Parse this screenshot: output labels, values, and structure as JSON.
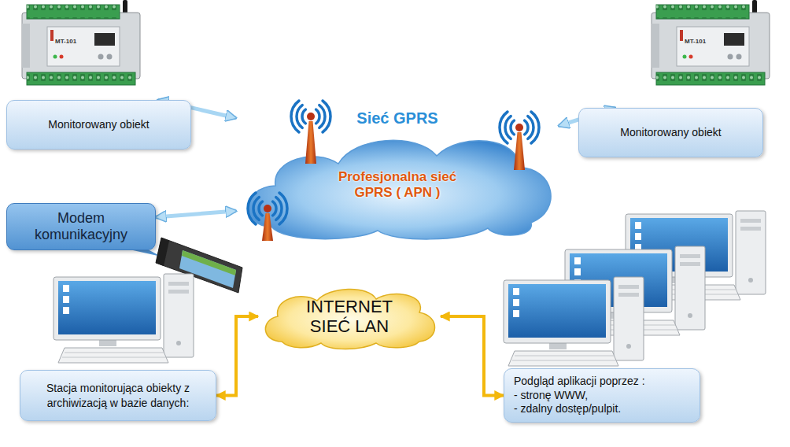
{
  "diagram": {
    "nodes": [
      {
        "text": [
          "Monitorowany obiekt"
        ]
      },
      {
        "text": [
          "Monitorowany obiekt"
        ]
      },
      {
        "text": [
          "Sieć GPRS",
          "Profesjonalna sieć GPRS ( APN )"
        ]
      },
      {
        "text": [
          "Modem komunikacyjny"
        ]
      },
      {
        "text": [
          "INTERNET SIEĆ LAN"
        ]
      },
      {
        "text": [
          "Stacja monitorująca obiekty z archiwizacją w bazie danych:"
        ]
      },
      {
        "text": [
          "Podgląd aplikacji poprzez :",
          "- stronę WWW,",
          "- zdalny dostęp/pulpit."
        ]
      }
    ],
    "edges": [
      {
        "from": 0,
        "to": 2,
        "arrow": "both"
      },
      {
        "from": 1,
        "to": 2,
        "arrow": "both"
      },
      {
        "from": 3,
        "to": 2,
        "arrow": "both"
      },
      {
        "from": 5,
        "to": 4,
        "arrow": "both"
      },
      {
        "from": 4,
        "to": 6,
        "arrow": "both"
      }
    ],
    "labels": [
      "MT-101",
      "MT-101"
    ]
  }
}
